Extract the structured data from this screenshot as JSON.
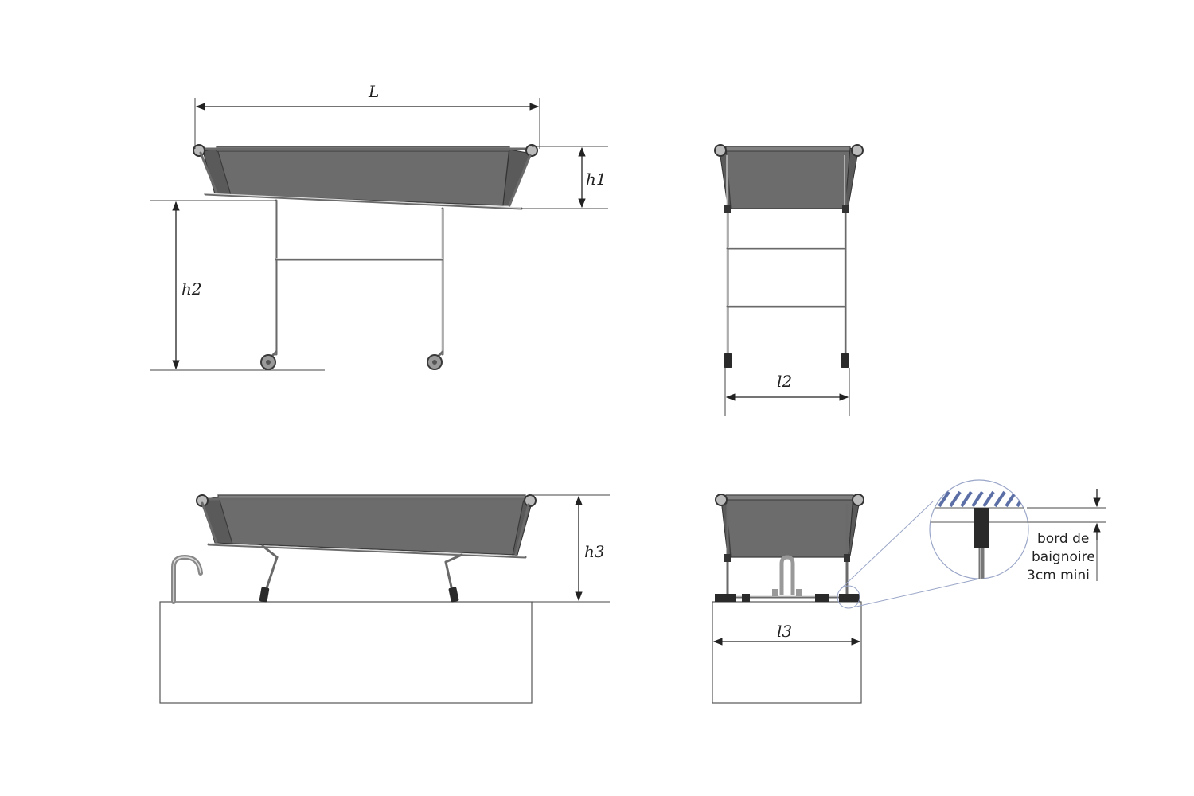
{
  "labels": {
    "L": "L",
    "h1": "h1",
    "h2": "h2",
    "l2": "l2",
    "h3": "h3",
    "l3": "l3"
  },
  "note": {
    "line1": "bord de",
    "line2": "baignoire",
    "line3": "3cm mini"
  },
  "colors": {
    "tray": "#6c6c6c",
    "frame": "#6a6a6a",
    "hatch": "#5b6fa6"
  }
}
